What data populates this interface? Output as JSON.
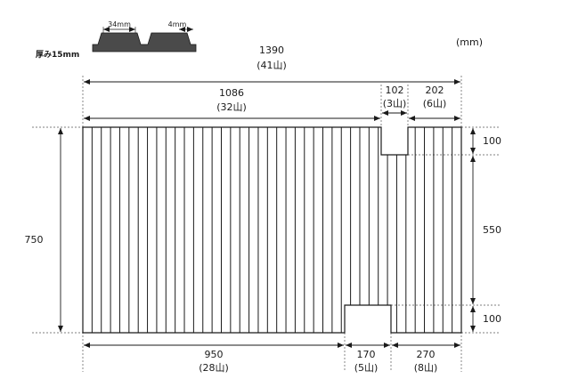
{
  "units": "(mm)",
  "thickness_label": "厚み15mm",
  "profile": {
    "width_label": "34mm",
    "gap_label": "4mm"
  },
  "colors": {
    "line": "#1a1a1a",
    "profile_fill": "#4a4a4a"
  },
  "dimensions": {
    "total_width": "1390",
    "total_width_count": "(41山)",
    "top_main": "1086",
    "top_main_count": "(32山)",
    "top_notch": "102",
    "top_notch_count": "(3山)",
    "top_right": "202",
    "top_right_count": "(6山)",
    "height_total": "750",
    "right_top": "100",
    "right_middle": "550",
    "right_bottom": "100",
    "bottom_left": "950",
    "bottom_left_count": "(28山)",
    "bottom_notch": "170",
    "bottom_notch_count": "(5山)",
    "bottom_right": "270",
    "bottom_right_count": "(8山)"
  }
}
